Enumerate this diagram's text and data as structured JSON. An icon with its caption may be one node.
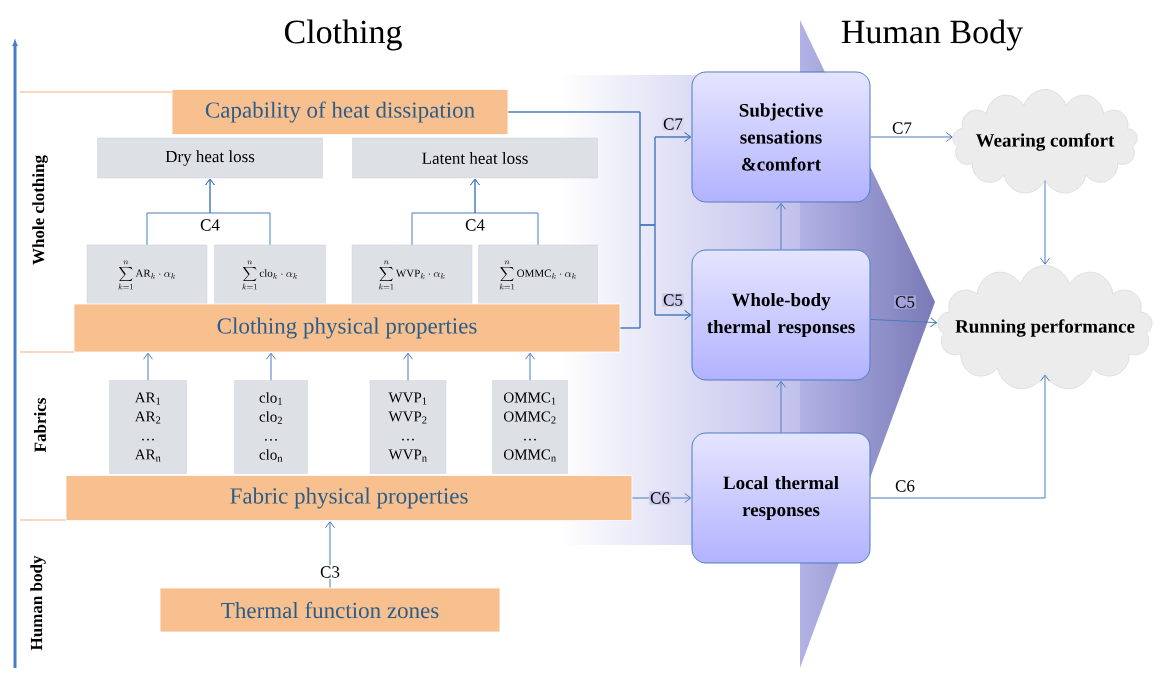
{
  "diagram": {
    "nodes": [
      {
        "text": [
          "Capability of heat dissipation"
        ]
      },
      {
        "text": [
          "Dry heat loss"
        ]
      },
      {
        "text": [
          "Latent heat loss"
        ]
      },
      {
        "text": [
          "\\sum_{k=1}^{n}\\mathrm{AR}_k\\cdot\\alpha_k"
        ]
      },
      {
        "text": [
          "\\sum_{k=1}^{n}\\mathrm{clo}_k\\cdot\\alpha_k"
        ]
      },
      {
        "text": [
          "\\sum_{k=1}^{n}\\mathrm{WVP}_k\\cdot\\alpha_k"
        ]
      },
      {
        "text": [
          "\\sum_{k=1}^{n}\\mathrm{OMMC}_k\\cdot\\alpha_k"
        ]
      },
      {
        "text": [
          "Clothing physical properties"
        ]
      },
      {
        "text": [
          "AR$_{1}$ AR$_{2}$ … AR$_{n}$"
        ]
      },
      {
        "text": [
          "clo$_{1}$ clo$_{2}$ … clo$_{n}$"
        ]
      },
      {
        "text": [
          "WVP$_{1}$ WVP$_{2}$ … WVP$_{n}$"
        ]
      },
      {
        "text": [
          "OMMC$_{1}$ OMMC$_{2}$ … OMMC$_{n}$"
        ]
      },
      {
        "text": [
          "Fabric physical properties"
        ]
      },
      {
        "text": [
          "Thermal function zones"
        ]
      },
      {
        "text": [
          "Subjective sensations &comfort"
        ]
      },
      {
        "text": [
          "Whole-body thermal responses"
        ]
      },
      {
        "text": [
          "Local thermal responses"
        ]
      },
      {
        "text": [
          "Wearing comfort"
        ]
      },
      {
        "text": [
          "Running performance"
        ]
      }
    ],
    "edges": [
      {
        "from": 3,
        "to": 1,
        "arrow": "to",
        "label": "C4"
      },
      {
        "from": 4,
        "to": 1,
        "arrow": "to"
      },
      {
        "from": 5,
        "to": 2,
        "arrow": "to",
        "label": "C4"
      },
      {
        "from": 6,
        "to": 2,
        "arrow": "to"
      },
      {
        "from": 8,
        "to": 7,
        "arrow": "to"
      },
      {
        "from": 9,
        "to": 7,
        "arrow": "to"
      },
      {
        "from": 10,
        "to": 7,
        "arrow": "to"
      },
      {
        "from": 11,
        "to": 7,
        "arrow": "to"
      },
      {
        "from": 13,
        "to": 12,
        "arrow": "to",
        "label": "C3"
      },
      {
        "from": 0,
        "to": 14,
        "arrow": "to",
        "label": "C7"
      },
      {
        "from": 0,
        "to": 15,
        "arrow": "to"
      },
      {
        "from": 7,
        "to": 14,
        "arrow": "to"
      },
      {
        "from": 7,
        "to": 15,
        "arrow": "to",
        "label": "C5"
      },
      {
        "from": 12,
        "to": 16,
        "arrow": "to",
        "label": "C6"
      },
      {
        "from": 16,
        "to": 15,
        "arrow": "to"
      },
      {
        "from": 15,
        "to": 14,
        "arrow": "to"
      },
      {
        "from": 14,
        "to": 17,
        "arrow": "to",
        "label": "C7"
      },
      {
        "from": 15,
        "to": 18,
        "arrow": "to",
        "label": "C5"
      },
      {
        "from": 17,
        "to": 18,
        "arrow": "to"
      },
      {
        "from": 16,
        "to": 18,
        "arrow": "to",
        "label": "C6"
      }
    ],
    "labels": [
      "Clothing",
      "Human Body",
      "Whole clothing",
      "Fabrics",
      "Human body"
    ]
  }
}
